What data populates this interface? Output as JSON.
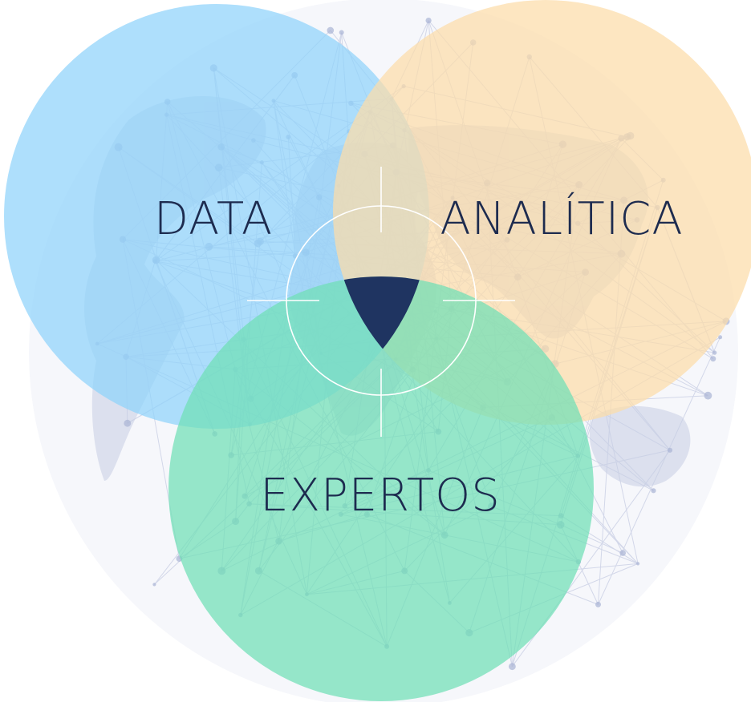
{
  "diagram": {
    "type": "venn",
    "sets": [
      {
        "id": "data",
        "label": "DATA",
        "color": "#8fd3fb"
      },
      {
        "id": "analitica",
        "label": "ANALÍTICA",
        "color": "#fcdca9"
      },
      {
        "id": "expertos",
        "label": "EXPERTOS",
        "color": "#6fdfb6"
      }
    ],
    "center": {
      "color": "#1f3461",
      "crosshair_color": "#ffffff"
    },
    "background": {
      "globe_network_color": "#c7cde3"
    }
  }
}
